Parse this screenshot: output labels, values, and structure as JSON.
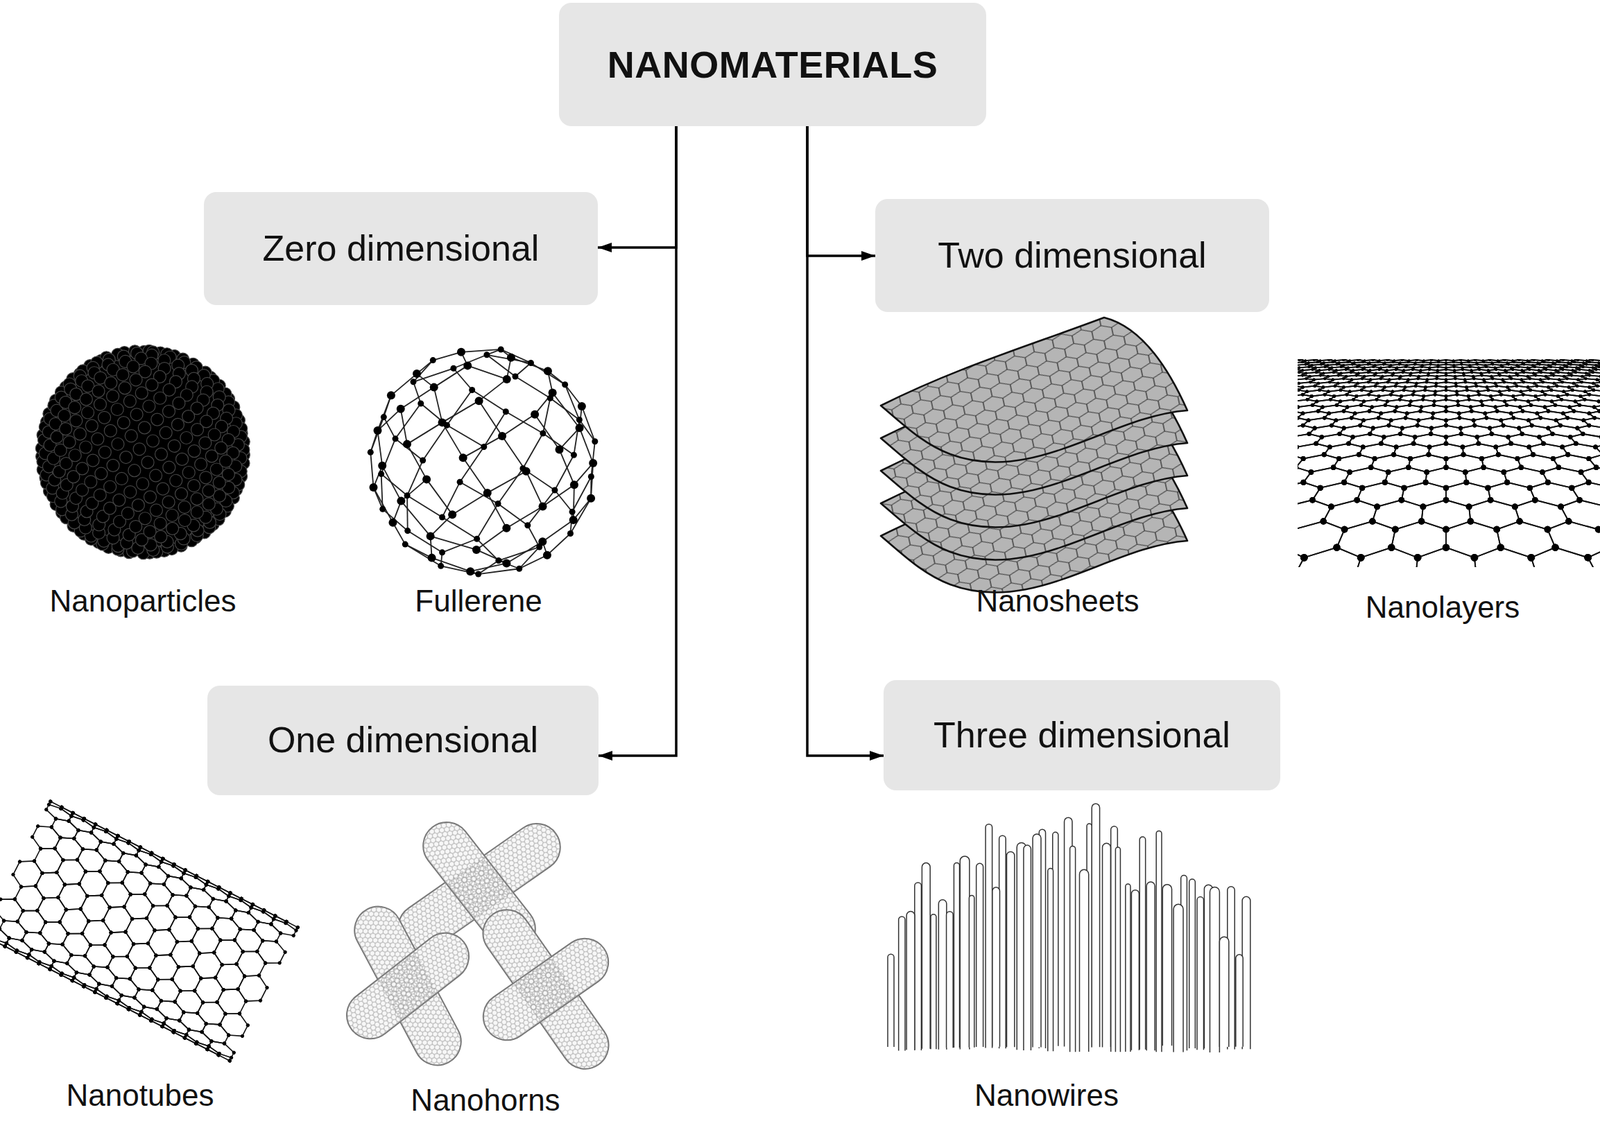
{
  "diagram": {
    "nodes": [
      {
        "text": [
          "NANOMATERIALS"
        ]
      },
      {
        "text": [
          "Zero dimensional"
        ]
      },
      {
        "text": [
          "Two dimensional"
        ]
      },
      {
        "text": [
          "One dimensional"
        ]
      },
      {
        "text": [
          "Three dimensional"
        ]
      }
    ],
    "edges": [
      {
        "from": 0,
        "to": 1,
        "arrow": "to"
      },
      {
        "from": 0,
        "to": 2,
        "arrow": "to"
      },
      {
        "from": 0,
        "to": 3,
        "arrow": "to"
      },
      {
        "from": 0,
        "to": 4,
        "arrow": "to"
      }
    ],
    "labels": [
      "Nanoparticles",
      "Fullerene",
      "Nanosheets",
      "Nanolayers",
      "Nanotubes",
      "Nanohorns",
      "Nanowires"
    ]
  }
}
